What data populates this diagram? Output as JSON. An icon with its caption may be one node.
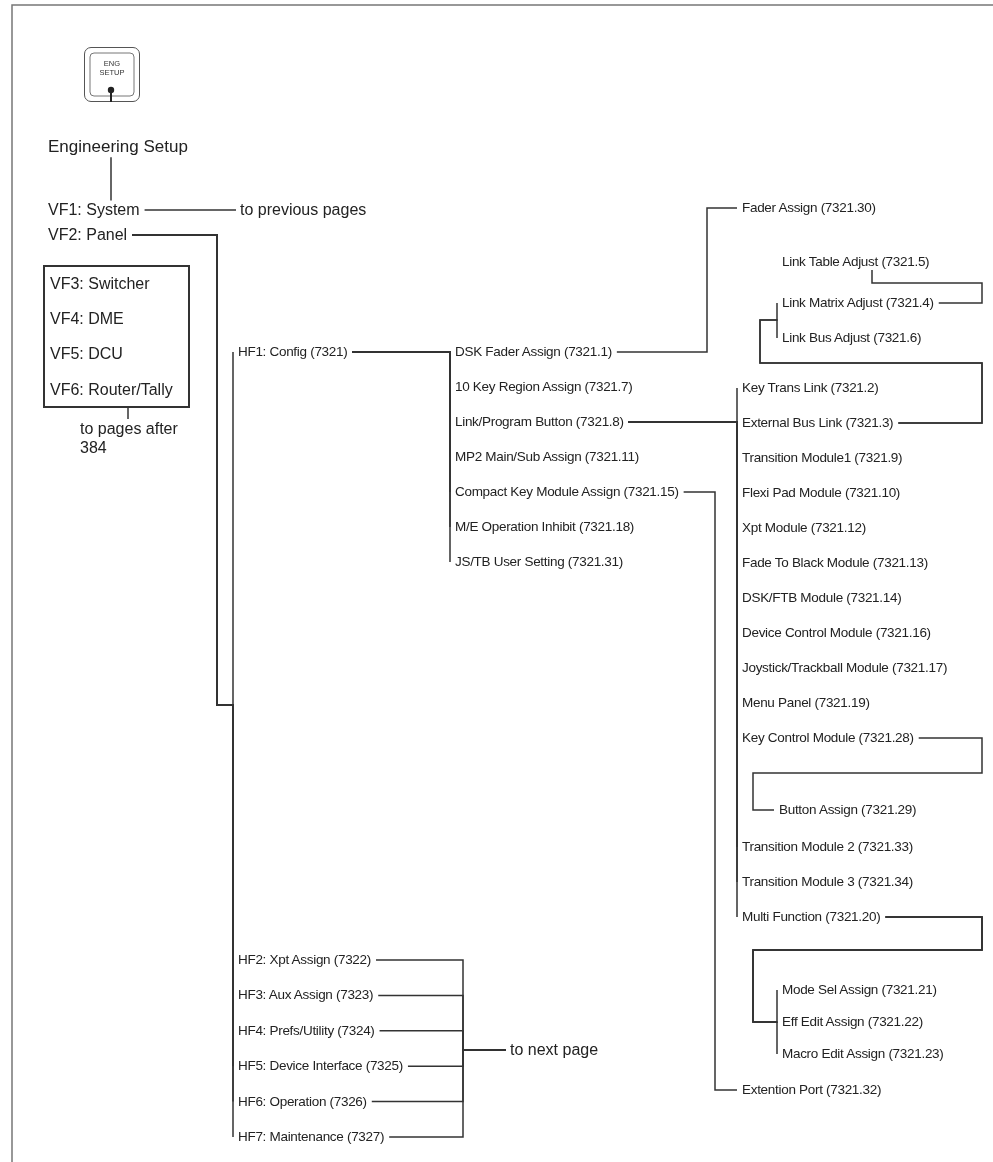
{
  "diagram": {
    "nodes": [
      {
        "text": [
          "ENG SETUP"
        ]
      },
      {
        "text": [
          "Engineering Setup"
        ]
      },
      {
        "text": [
          "VF1: System"
        ]
      },
      {
        "text": [
          "to previous pages"
        ]
      },
      {
        "text": [
          "VF2: Panel"
        ]
      },
      {
        "text": [],
        "shape": "box"
      },
      {
        "text": [
          "VF3: Switcher"
        ],
        "in": 5
      },
      {
        "text": [
          "VF4: DME"
        ],
        "in": 5
      },
      {
        "text": [
          "VF5: DCU"
        ],
        "in": 5
      },
      {
        "text": [
          "VF6: Router/Tally"
        ],
        "in": 5
      },
      {
        "text": [
          "to pages after 384"
        ]
      },
      {
        "text": [
          "HF1: Config (7321)"
        ]
      },
      {
        "text": [
          "DSK Fader Assign (7321.1)"
        ]
      },
      {
        "text": [
          "10 Key Region Assign (7321.7)"
        ]
      },
      {
        "text": [
          "Link/Program Button (7321.8)"
        ]
      },
      {
        "text": [
          "MP2 Main/Sub Assign (7321.11)"
        ]
      },
      {
        "text": [
          "Compact Key Module Assign (7321.15)"
        ]
      },
      {
        "text": [
          "M/E Operation Inhibit (7321.18)"
        ]
      },
      {
        "text": [
          "JS/TB User Setting (7321.31)"
        ]
      },
      {
        "text": [
          "Fader Assign (7321.30)"
        ]
      },
      {
        "text": [
          "Link Table Adjust (7321.5)"
        ]
      },
      {
        "text": [
          "Link Matrix Adjust (7321.4)"
        ]
      },
      {
        "text": [
          "Link Bus Adjust (7321.6)"
        ]
      },
      {
        "text": [
          "Key Trans Link (7321.2)"
        ]
      },
      {
        "text": [
          "External Bus Link (7321.3)"
        ]
      },
      {
        "text": [
          "Transition Module1 (7321.9)"
        ]
      },
      {
        "text": [
          "Flexi Pad Module (7321.10)"
        ]
      },
      {
        "text": [
          "Xpt Module (7321.12)"
        ]
      },
      {
        "text": [
          "Fade To Black Module (7321.13)"
        ]
      },
      {
        "text": [
          "DSK/FTB Module (7321.14)"
        ]
      },
      {
        "text": [
          "Device Control Module (7321.16)"
        ]
      },
      {
        "text": [
          "Joystick/Trackball Module (7321.17)"
        ]
      },
      {
        "text": [
          "Menu Panel (7321.19)"
        ]
      },
      {
        "text": [
          "Key Control Module (7321.28)"
        ]
      },
      {
        "text": [
          "Button Assign (7321.29)"
        ]
      },
      {
        "text": [
          "Transition Module 2 (7321.33)"
        ]
      },
      {
        "text": [
          "Transition Module 3 (7321.34)"
        ]
      },
      {
        "text": [
          "Multi Function (7321.20)"
        ]
      },
      {
        "text": [
          "Mode Sel Assign (7321.21)"
        ]
      },
      {
        "text": [
          "Eff Edit Assign (7321.22)"
        ]
      },
      {
        "text": [
          "Macro Edit Assign (7321.23)"
        ]
      },
      {
        "text": [
          "Extention Port (7321.32)"
        ]
      },
      {
        "text": [
          "HF2: Xpt Assign (7322)"
        ]
      },
      {
        "text": [
          "HF3: Aux Assign (7323)"
        ]
      },
      {
        "text": [
          "HF4: Prefs/Utility (7324)"
        ]
      },
      {
        "text": [
          "HF5: Device Interface (7325)"
        ]
      },
      {
        "text": [
          "HF6: Operation (7326)"
        ]
      },
      {
        "text": [
          "HF7: Maintenance (7327)"
        ]
      },
      {
        "text": [
          "to next page"
        ]
      }
    ],
    "edges": [
      {
        "from": 1,
        "to": 2,
        "arrow": "none"
      },
      {
        "from": 2,
        "to": 3,
        "arrow": "none"
      },
      {
        "from": 4,
        "to": 11,
        "arrow": "none"
      },
      {
        "from": 4,
        "to": 42,
        "arrow": "none"
      },
      {
        "from": 4,
        "to": 43,
        "arrow": "none"
      },
      {
        "from": 4,
        "to": 44,
        "arrow": "none"
      },
      {
        "from": 4,
        "to": 45,
        "arrow": "none"
      },
      {
        "from": 4,
        "to": 46,
        "arrow": "none"
      },
      {
        "from": 4,
        "to": 47,
        "arrow": "none"
      },
      {
        "from": 5,
        "to": 10,
        "arrow": "none"
      },
      {
        "from": 11,
        "to": 12,
        "arrow": "none"
      },
      {
        "from": 11,
        "to": 13,
        "arrow": "none"
      },
      {
        "from": 11,
        "to": 14,
        "arrow": "none"
      },
      {
        "from": 11,
        "to": 15,
        "arrow": "none"
      },
      {
        "from": 11,
        "to": 16,
        "arrow": "none"
      },
      {
        "from": 11,
        "to": 17,
        "arrow": "none"
      },
      {
        "from": 11,
        "to": 18,
        "arrow": "none"
      },
      {
        "from": 12,
        "to": 19,
        "arrow": "none"
      },
      {
        "from": 14,
        "to": 23,
        "arrow": "none"
      },
      {
        "from": 14,
        "to": 24,
        "arrow": "none"
      },
      {
        "from": 14,
        "to": 25,
        "arrow": "none"
      },
      {
        "from": 14,
        "to": 26,
        "arrow": "none"
      },
      {
        "from": 14,
        "to": 27,
        "arrow": "none"
      },
      {
        "from": 14,
        "to": 28,
        "arrow": "none"
      },
      {
        "from": 14,
        "to": 29,
        "arrow": "none"
      },
      {
        "from": 14,
        "to": 30,
        "arrow": "none"
      },
      {
        "from": 14,
        "to": 31,
        "arrow": "none"
      },
      {
        "from": 14,
        "to": 32,
        "arrow": "none"
      },
      {
        "from": 14,
        "to": 33,
        "arrow": "none"
      },
      {
        "from": 14,
        "to": 35,
        "arrow": "none"
      },
      {
        "from": 14,
        "to": 36,
        "arrow": "none"
      },
      {
        "from": 14,
        "to": 37,
        "arrow": "none"
      },
      {
        "from": 24,
        "to": 21,
        "arrow": "none"
      },
      {
        "from": 24,
        "to": 22,
        "arrow": "none"
      },
      {
        "from": 21,
        "to": 20,
        "arrow": "none"
      },
      {
        "from": 33,
        "to": 34,
        "arrow": "none"
      },
      {
        "from": 37,
        "to": 38,
        "arrow": "none"
      },
      {
        "from": 37,
        "to": 39,
        "arrow": "none"
      },
      {
        "from": 37,
        "to": 40,
        "arrow": "none"
      },
      {
        "from": 16,
        "to": 41,
        "arrow": "none"
      },
      {
        "from": 42,
        "to": 48,
        "arrow": "none"
      },
      {
        "from": 43,
        "to": 48,
        "arrow": "none"
      },
      {
        "from": 44,
        "to": 48,
        "arrow": "none"
      },
      {
        "from": 45,
        "to": 48,
        "arrow": "none"
      },
      {
        "from": 46,
        "to": 48,
        "arrow": "none"
      },
      {
        "from": 47,
        "to": 48,
        "arrow": "none"
      }
    ]
  }
}
